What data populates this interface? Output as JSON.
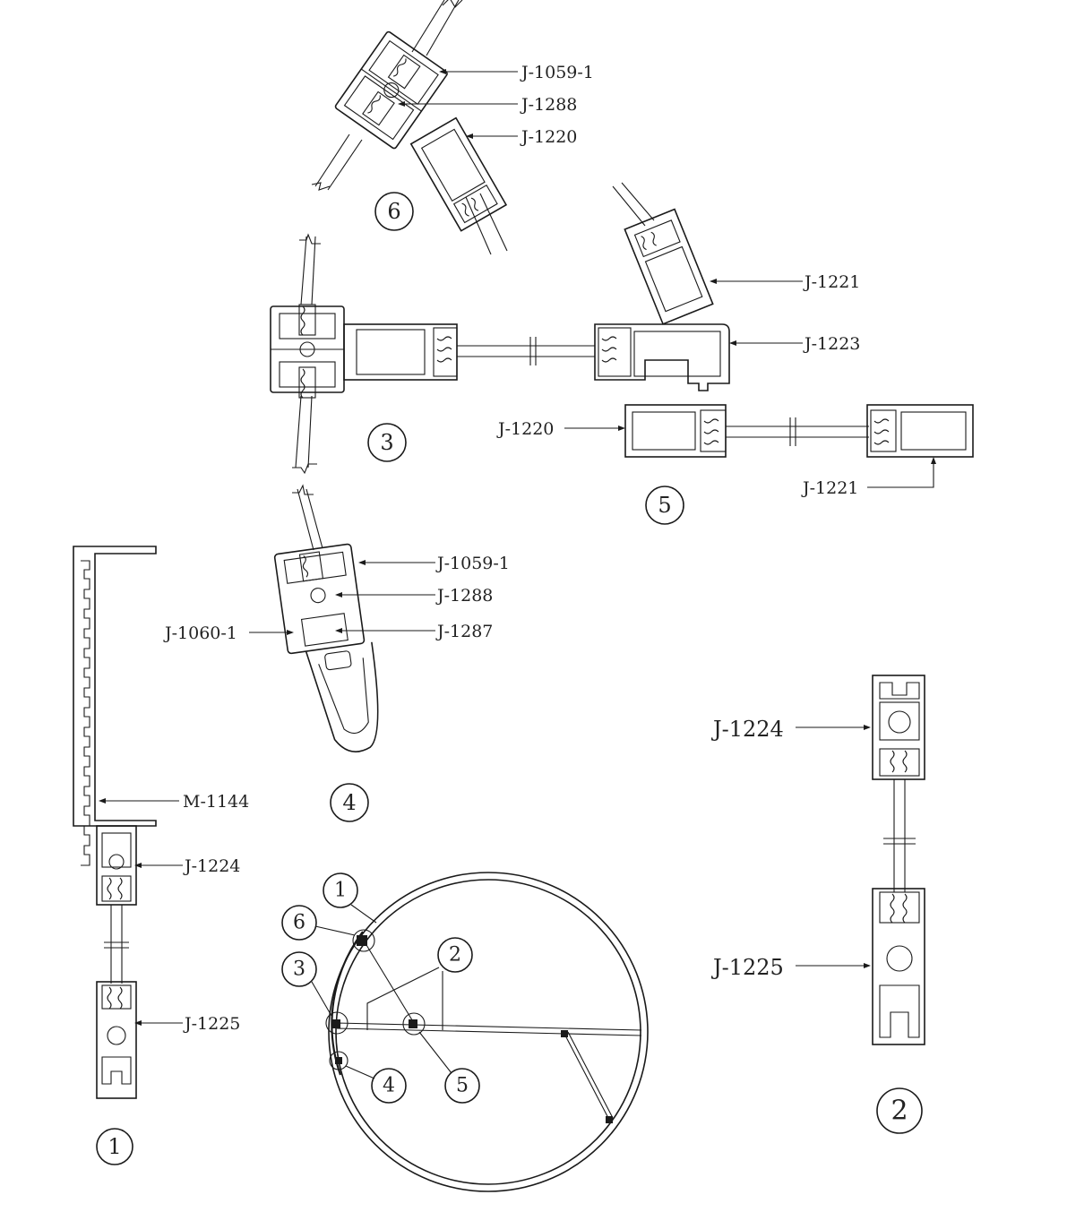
{
  "detail6": {
    "number": "6",
    "labels": [
      "J-1059-1",
      "J-1288",
      "J-1220"
    ]
  },
  "detail3": {
    "number": "3"
  },
  "detail5": {
    "number": "5",
    "label_left": "J-1220",
    "label_right": "J-1221"
  },
  "detail35": {
    "labels": [
      "J-1221",
      "J-1223"
    ]
  },
  "detail4": {
    "number": "4",
    "labels_right": [
      "J-1059-1",
      "J-1288",
      "J-1287"
    ],
    "label_left": "J-1060-1"
  },
  "detail1": {
    "number": "1",
    "labels": [
      "M-1144",
      "J-1224",
      "J-1225"
    ]
  },
  "detail2": {
    "number": "2",
    "labels": [
      "J-1224",
      "J-1225"
    ]
  },
  "plan": {
    "callouts": [
      "1",
      "6",
      "3",
      "2",
      "4",
      "5"
    ]
  }
}
